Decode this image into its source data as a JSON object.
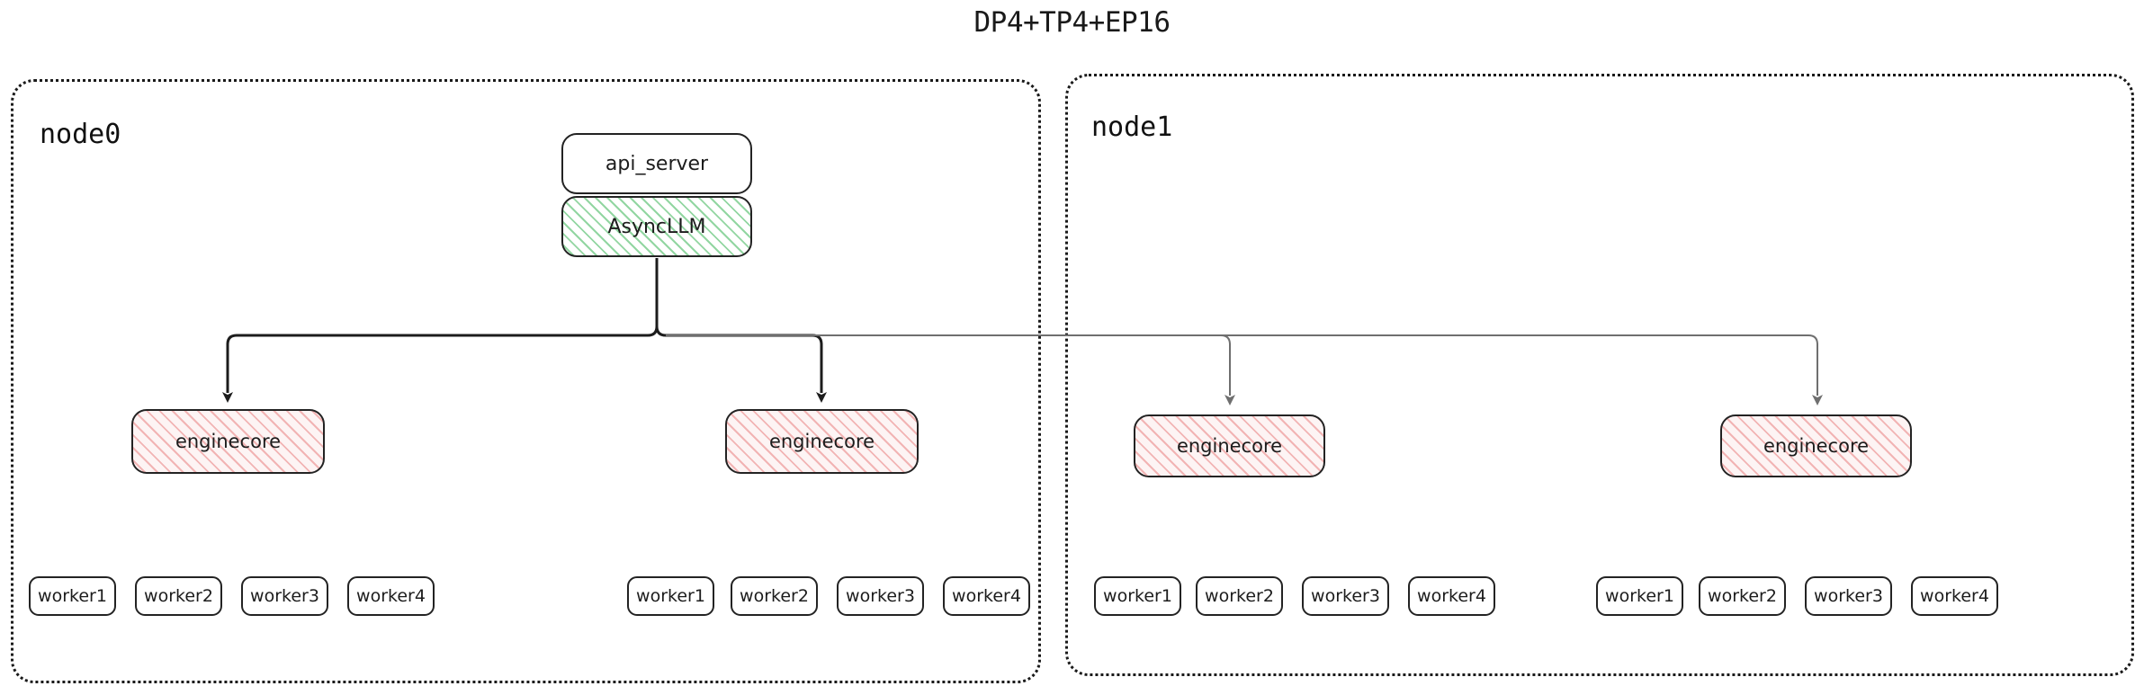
{
  "title": "DP4+TP4+EP16",
  "colors": {
    "background": "#ffffff",
    "stroke": "#232323",
    "container_border": "#1a1a1a",
    "asyncllm_hatch": "#6ec882",
    "enginecore_hatch": "#eb8c8c",
    "enginecore_fill": "#fdf4f4",
    "connector_strong": "#1c1c1c",
    "connector_light": "#6f6f6f"
  },
  "nodes": [
    {
      "id": "node0",
      "label": "node0",
      "api_server": {
        "label": "api_server"
      },
      "async_llm": {
        "label": "AsyncLLM"
      },
      "enginecores": [
        {
          "label": "enginecore"
        },
        {
          "label": "enginecore"
        }
      ],
      "worker_groups": [
        {
          "workers": [
            "worker1",
            "worker2",
            "worker3",
            "worker4"
          ]
        },
        {
          "workers": [
            "worker1",
            "worker2",
            "worker3",
            "worker4"
          ]
        }
      ]
    },
    {
      "id": "node1",
      "label": "node1",
      "enginecores": [
        {
          "label": "enginecore"
        },
        {
          "label": "enginecore"
        }
      ],
      "worker_groups": [
        {
          "workers": [
            "worker1",
            "worker2",
            "worker3",
            "worker4"
          ]
        },
        {
          "workers": [
            "worker1",
            "worker2",
            "worker3",
            "worker4"
          ]
        }
      ]
    }
  ],
  "connections": {
    "source": "AsyncLLM",
    "targets": [
      "enginecore",
      "enginecore",
      "enginecore",
      "enginecore"
    ],
    "style": "orthogonal-elbow-with-arrowheads"
  }
}
